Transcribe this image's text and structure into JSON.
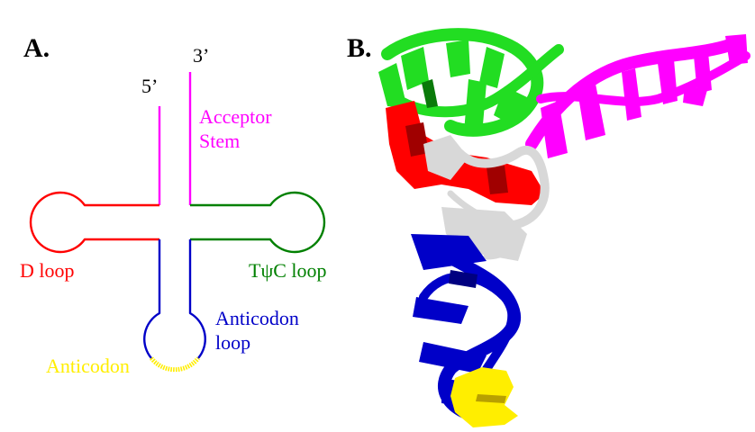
{
  "panel_a": {
    "label": "A.",
    "five_prime": "5’",
    "three_prime": "3’",
    "acceptor_stem": [
      "Acceptor",
      "Stem"
    ],
    "d_loop": "D loop",
    "tpsic_loop": "TψC loop",
    "anticodon_loop": [
      "Anticodon",
      "loop"
    ],
    "anticodon": "Anticodon"
  },
  "panel_b": {
    "label": "B."
  },
  "colors": {
    "acceptor": "#ff00ff",
    "d_arm": "#ff0000",
    "t_arm": "#008000",
    "anticodon_arm": "#0000c8",
    "anticodon": "#ffee00",
    "green_3d": "#22dd22",
    "white_3d": "#d8d8d8",
    "text": "#000000"
  }
}
